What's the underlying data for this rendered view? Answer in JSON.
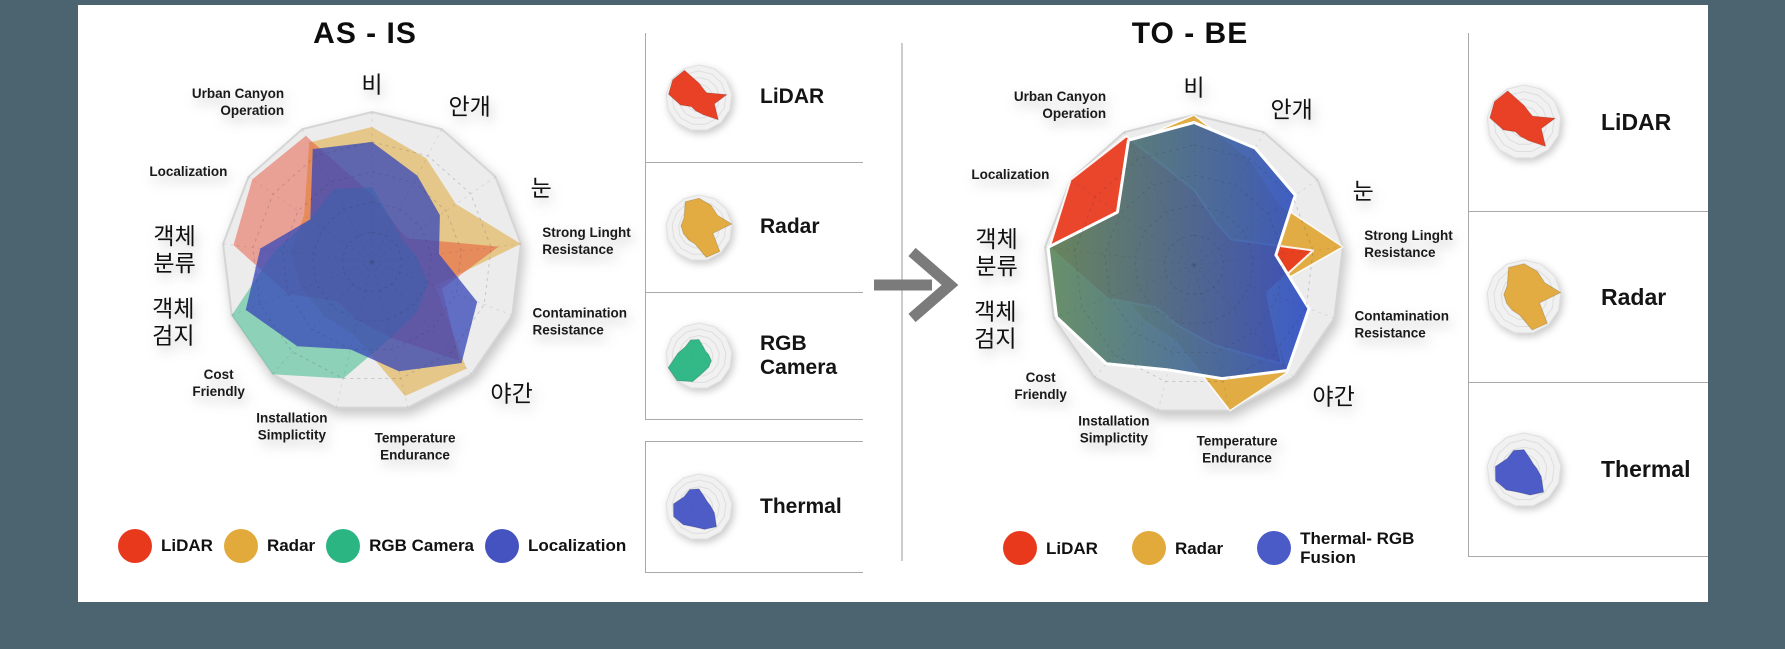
{
  "page": {
    "background_color": "#4B6470",
    "card_color": "#FFFFFF"
  },
  "categories": [
    "비",
    "안개",
    "눈",
    "Strong Linght\nResistance",
    "Contamination\nResistance",
    "야간",
    "Temperature\nEndurance",
    "Installation\nSimplictity",
    "Cost\nFriendly",
    "객체\n검지",
    "객체\n분류",
    "Localization",
    "Urban Canyon\nOperation"
  ],
  "chart_data": [
    {
      "type": "radar",
      "title": "AS - IS",
      "axis_range": [
        0,
        1
      ],
      "grid": "dashed-rings",
      "legend_position": "bottom",
      "categories": [
        "비",
        "안개",
        "눈",
        "Strong Linght\nResistance",
        "Contamination\nResistance",
        "야간",
        "Temperature\nEndurance",
        "Installation\nSimplictity",
        "Cost\nFriendly",
        "객체\n검지",
        "객체\n분류",
        "Localization",
        "Urban Canyon\nOperation"
      ],
      "series": [
        {
          "name": "Radar",
          "color": "#E2A93B",
          "values": [
            0.9,
            0.78,
            0.68,
            1.0,
            0.45,
            0.95,
            0.92,
            0.5,
            0.48,
            0.5,
            0.55,
            0.55,
            0.9
          ]
        },
        {
          "name": "LiDAR",
          "color": "#E8391D",
          "values": [
            0.45,
            0.3,
            0.28,
            0.85,
            0.5,
            0.88,
            0.52,
            0.4,
            0.35,
            0.6,
            0.93,
            0.97,
            0.95
          ]
        },
        {
          "name": "RGB Camera",
          "color": "#2BB583",
          "values": [
            0.5,
            0.3,
            0.25,
            0.3,
            0.4,
            0.45,
            0.52,
            0.8,
            1.0,
            1.0,
            0.65,
            0.5,
            0.55
          ]
        },
        {
          "name": "Localization",
          "color": "#3A4AB8",
          "values": [
            0.8,
            0.65,
            0.55,
            0.45,
            0.75,
            0.9,
            0.75,
            0.6,
            0.75,
            0.9,
            0.75,
            0.5,
            0.85
          ]
        }
      ],
      "legend": [
        {
          "label": "LiDAR",
          "color": "#E8391D"
        },
        {
          "label": "Radar",
          "color": "#E2A93B"
        },
        {
          "label": "RGB Camera",
          "color": "#2BB583"
        },
        {
          "label": "Localization",
          "color": "#4553C0"
        }
      ]
    },
    {
      "type": "radar",
      "title": "TO - BE",
      "axis_range": [
        0,
        1
      ],
      "grid": "dashed-rings",
      "legend_position": "bottom",
      "categories": [
        "비",
        "안개",
        "눈",
        "Strong Linght\nResistance",
        "Contamination\nResistance",
        "야간",
        "Temperature\nEndurance",
        "Installation\nSimplictity",
        "Cost\nFriendly",
        "객체\n검지",
        "객체\n분류",
        "Localization",
        "Urban Canyon\nOperation"
      ],
      "series": [
        {
          "name": "Radar",
          "color": "#E2A93B",
          "values": [
            1.0,
            0.8,
            0.7,
            1.0,
            0.5,
            0.95,
            1.0,
            0.52,
            0.5,
            0.52,
            0.57,
            0.6,
            0.92
          ]
        },
        {
          "name": "LiDAR",
          "color": "#E8391D",
          "values": [
            0.5,
            0.32,
            0.3,
            0.8,
            0.52,
            0.88,
            0.55,
            0.42,
            0.38,
            0.62,
            0.97,
            1.0,
            0.97
          ]
        },
        {
          "name": "Thermal- RGB Fusion",
          "color": "#3050C5",
          "gradient": [
            "#5F8A5E",
            "#3050C5"
          ],
          "values": [
            0.95,
            0.88,
            0.82,
            0.55,
            0.82,
            0.94,
            0.78,
            0.72,
            0.88,
            0.98,
            0.98,
            0.62,
            0.94
          ]
        }
      ],
      "legend": [
        {
          "label": "LiDAR",
          "color": "#E8391D"
        },
        {
          "label": "Radar",
          "color": "#E2A93B"
        },
        {
          "label": "Thermal- RGB Fusion",
          "color": "#4A5BC8"
        }
      ]
    }
  ],
  "sidebar_left": {
    "groups": [
      {
        "panels": [
          {
            "label": "LiDAR",
            "color": "#E8391D",
            "values": [
              0.45,
              0.3,
              0.28,
              0.85,
              0.5,
              0.88,
              0.52,
              0.4,
              0.35,
              0.6,
              0.93,
              0.97,
              0.95
            ]
          },
          {
            "label": "Radar",
            "color": "#E2A93B",
            "values": [
              0.9,
              0.78,
              0.68,
              1.0,
              0.45,
              0.95,
              0.92,
              0.5,
              0.48,
              0.5,
              0.55,
              0.55,
              0.9
            ]
          },
          {
            "label": "RGB Camera",
            "color": "#2BB583",
            "values": [
              0.5,
              0.3,
              0.25,
              0.3,
              0.4,
              0.45,
              0.52,
              0.8,
              1.0,
              1.0,
              0.65,
              0.5,
              0.55
            ]
          }
        ]
      },
      {
        "panels": [
          {
            "label": "Thermal",
            "color": "#4655C4",
            "values": [
              0.55,
              0.35,
              0.3,
              0.35,
              0.5,
              0.8,
              0.7,
              0.62,
              0.72,
              0.82,
              0.78,
              0.55,
              0.6
            ]
          }
        ]
      }
    ]
  },
  "sidebar_right": {
    "groups": [
      {
        "panels": [
          {
            "label": "LiDAR",
            "color": "#E8391D",
            "values": [
              0.45,
              0.3,
              0.28,
              0.85,
              0.5,
              0.88,
              0.52,
              0.4,
              0.35,
              0.6,
              0.93,
              0.97,
              0.95
            ]
          },
          {
            "label": "Radar",
            "color": "#E2A93B",
            "values": [
              0.9,
              0.78,
              0.68,
              1.0,
              0.45,
              0.95,
              0.92,
              0.5,
              0.48,
              0.5,
              0.55,
              0.55,
              0.9
            ]
          },
          {
            "label": "Thermal",
            "color": "#4655C4",
            "values": [
              0.55,
              0.35,
              0.3,
              0.35,
              0.5,
              0.8,
              0.7,
              0.62,
              0.72,
              0.82,
              0.78,
              0.55,
              0.6
            ]
          }
        ]
      }
    ]
  },
  "arrow": {
    "direction": "right",
    "color": "#7B7B7B"
  }
}
